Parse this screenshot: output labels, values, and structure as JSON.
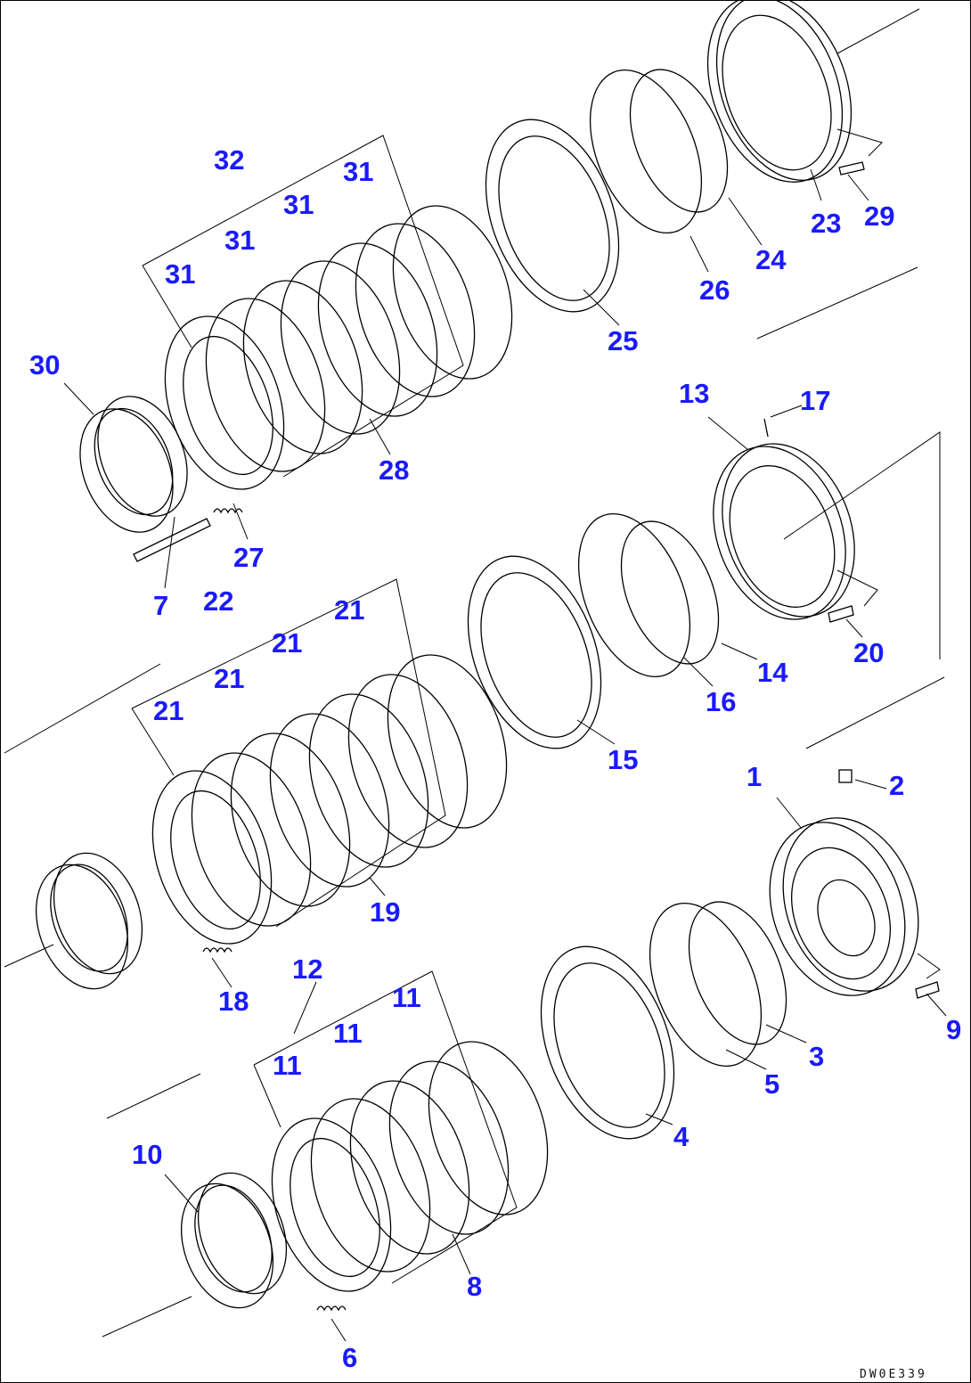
{
  "drawing_code": "DW0E339",
  "labels": {
    "p1": "1",
    "p2": "2",
    "p3": "3",
    "p4": "4",
    "p5": "5",
    "p6": "6",
    "p7": "7",
    "p8": "8",
    "p9": "9",
    "p10": "10",
    "p11a": "11",
    "p11b": "11",
    "p11c": "11",
    "p12": "12",
    "p13": "13",
    "p14": "14",
    "p15": "15",
    "p16": "16",
    "p17": "17",
    "p18": "18",
    "p19": "19",
    "p20": "20",
    "p21a": "21",
    "p21b": "21",
    "p21c": "21",
    "p21d": "21",
    "p22": "22",
    "p23": "23",
    "p24": "24",
    "p25": "25",
    "p26": "26",
    "p27": "27",
    "p28": "28",
    "p29": "29",
    "p30": "30",
    "p31a": "31",
    "p31b": "31",
    "p31c": "31",
    "p31d": "31",
    "p32": "32"
  },
  "colors": {
    "label": "#1a1aff",
    "line": "#000000",
    "background": "#ffffff"
  }
}
